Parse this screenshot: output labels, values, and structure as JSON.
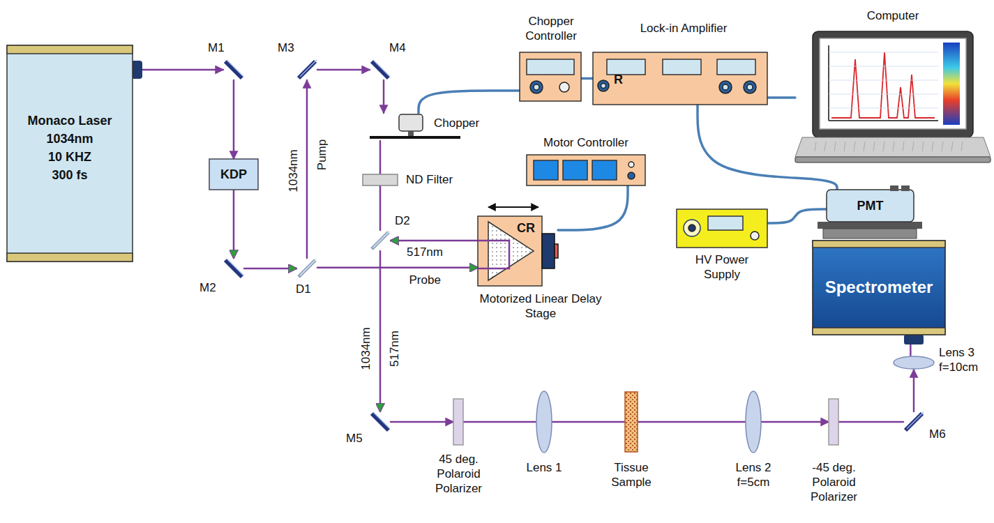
{
  "diagram": {
    "nodes": [
      {
        "text": [
          "Monaco Laser",
          "1034nm",
          "10 KHZ",
          "300 fs"
        ]
      },
      {
        "text": [
          "M1"
        ]
      },
      {
        "text": [
          "KDP"
        ]
      },
      {
        "text": [
          "M2"
        ]
      },
      {
        "text": [
          "D1"
        ]
      },
      {
        "text": [
          "M3"
        ]
      },
      {
        "text": [
          "M4"
        ]
      },
      {
        "text": [
          "Chopper Controller"
        ]
      },
      {
        "text": [
          "Lock-in Amplifier",
          "R"
        ]
      },
      {
        "text": [
          "Computer"
        ]
      },
      {
        "text": [
          "Chopper"
        ]
      },
      {
        "text": [
          "Motor Controller"
        ]
      },
      {
        "text": [
          "ND Filter"
        ]
      },
      {
        "text": [
          "D2"
        ]
      },
      {
        "text": [
          "CR",
          "Motorized Linear Delay Stage"
        ]
      },
      {
        "text": [
          "PMT"
        ]
      },
      {
        "text": [
          "HV Power Supply"
        ]
      },
      {
        "text": [
          "Spectrometer"
        ]
      },
      {
        "text": [
          "M5"
        ]
      },
      {
        "text": [
          "45 deg. Polaroid Polarizer"
        ]
      },
      {
        "text": [
          "Lens 1"
        ]
      },
      {
        "text": [
          "Tissue Sample"
        ]
      },
      {
        "text": [
          "Lens 2 f=5cm"
        ]
      },
      {
        "text": [
          "-45 deg. Polaroid Polarizer"
        ]
      },
      {
        "text": [
          "M6"
        ]
      },
      {
        "text": [
          "Lens 3 f=10cm"
        ]
      }
    ],
    "edges": [
      {
        "from": 0,
        "to": 1,
        "arrow": "to"
      },
      {
        "from": 1,
        "to": 2,
        "arrow": "to"
      },
      {
        "from": 2,
        "to": 3,
        "arrow": "to"
      },
      {
        "from": 3,
        "to": 4,
        "arrow": "to"
      },
      {
        "from": 4,
        "to": 5,
        "arrow": "to"
      },
      {
        "from": 5,
        "to": 6,
        "arrow": "to"
      },
      {
        "from": 6,
        "to": 10,
        "arrow": "to"
      },
      {
        "from": 10,
        "to": 12,
        "arrow": "none"
      },
      {
        "from": 12,
        "to": 13,
        "arrow": "none"
      },
      {
        "from": 4,
        "to": 14,
        "arrow": "to"
      },
      {
        "from": 14,
        "to": 13,
        "arrow": "to"
      },
      {
        "from": 13,
        "to": 18,
        "arrow": "to"
      },
      {
        "from": 18,
        "to": 19,
        "arrow": "to"
      },
      {
        "from": 19,
        "to": 20,
        "arrow": "none"
      },
      {
        "from": 20,
        "to": 21,
        "arrow": "none"
      },
      {
        "from": 21,
        "to": 22,
        "arrow": "none"
      },
      {
        "from": 22,
        "to": 23,
        "arrow": "to"
      },
      {
        "from": 23,
        "to": 24,
        "arrow": "none"
      },
      {
        "from": 24,
        "to": 25,
        "arrow": "to"
      },
      {
        "from": 25,
        "to": 17,
        "arrow": "none"
      },
      {
        "from": 10,
        "to": 7,
        "arrow": "none"
      },
      {
        "from": 7,
        "to": 8,
        "arrow": "none"
      },
      {
        "from": 8,
        "to": 9,
        "arrow": "none"
      },
      {
        "from": 8,
        "to": 15,
        "arrow": "none"
      },
      {
        "from": 16,
        "to": 15,
        "arrow": "none"
      },
      {
        "from": 11,
        "to": 14,
        "arrow": "none"
      }
    ],
    "labels": [
      "1034nm",
      "Pump",
      "517nm",
      "Probe",
      "1034nm",
      "517nm"
    ]
  }
}
